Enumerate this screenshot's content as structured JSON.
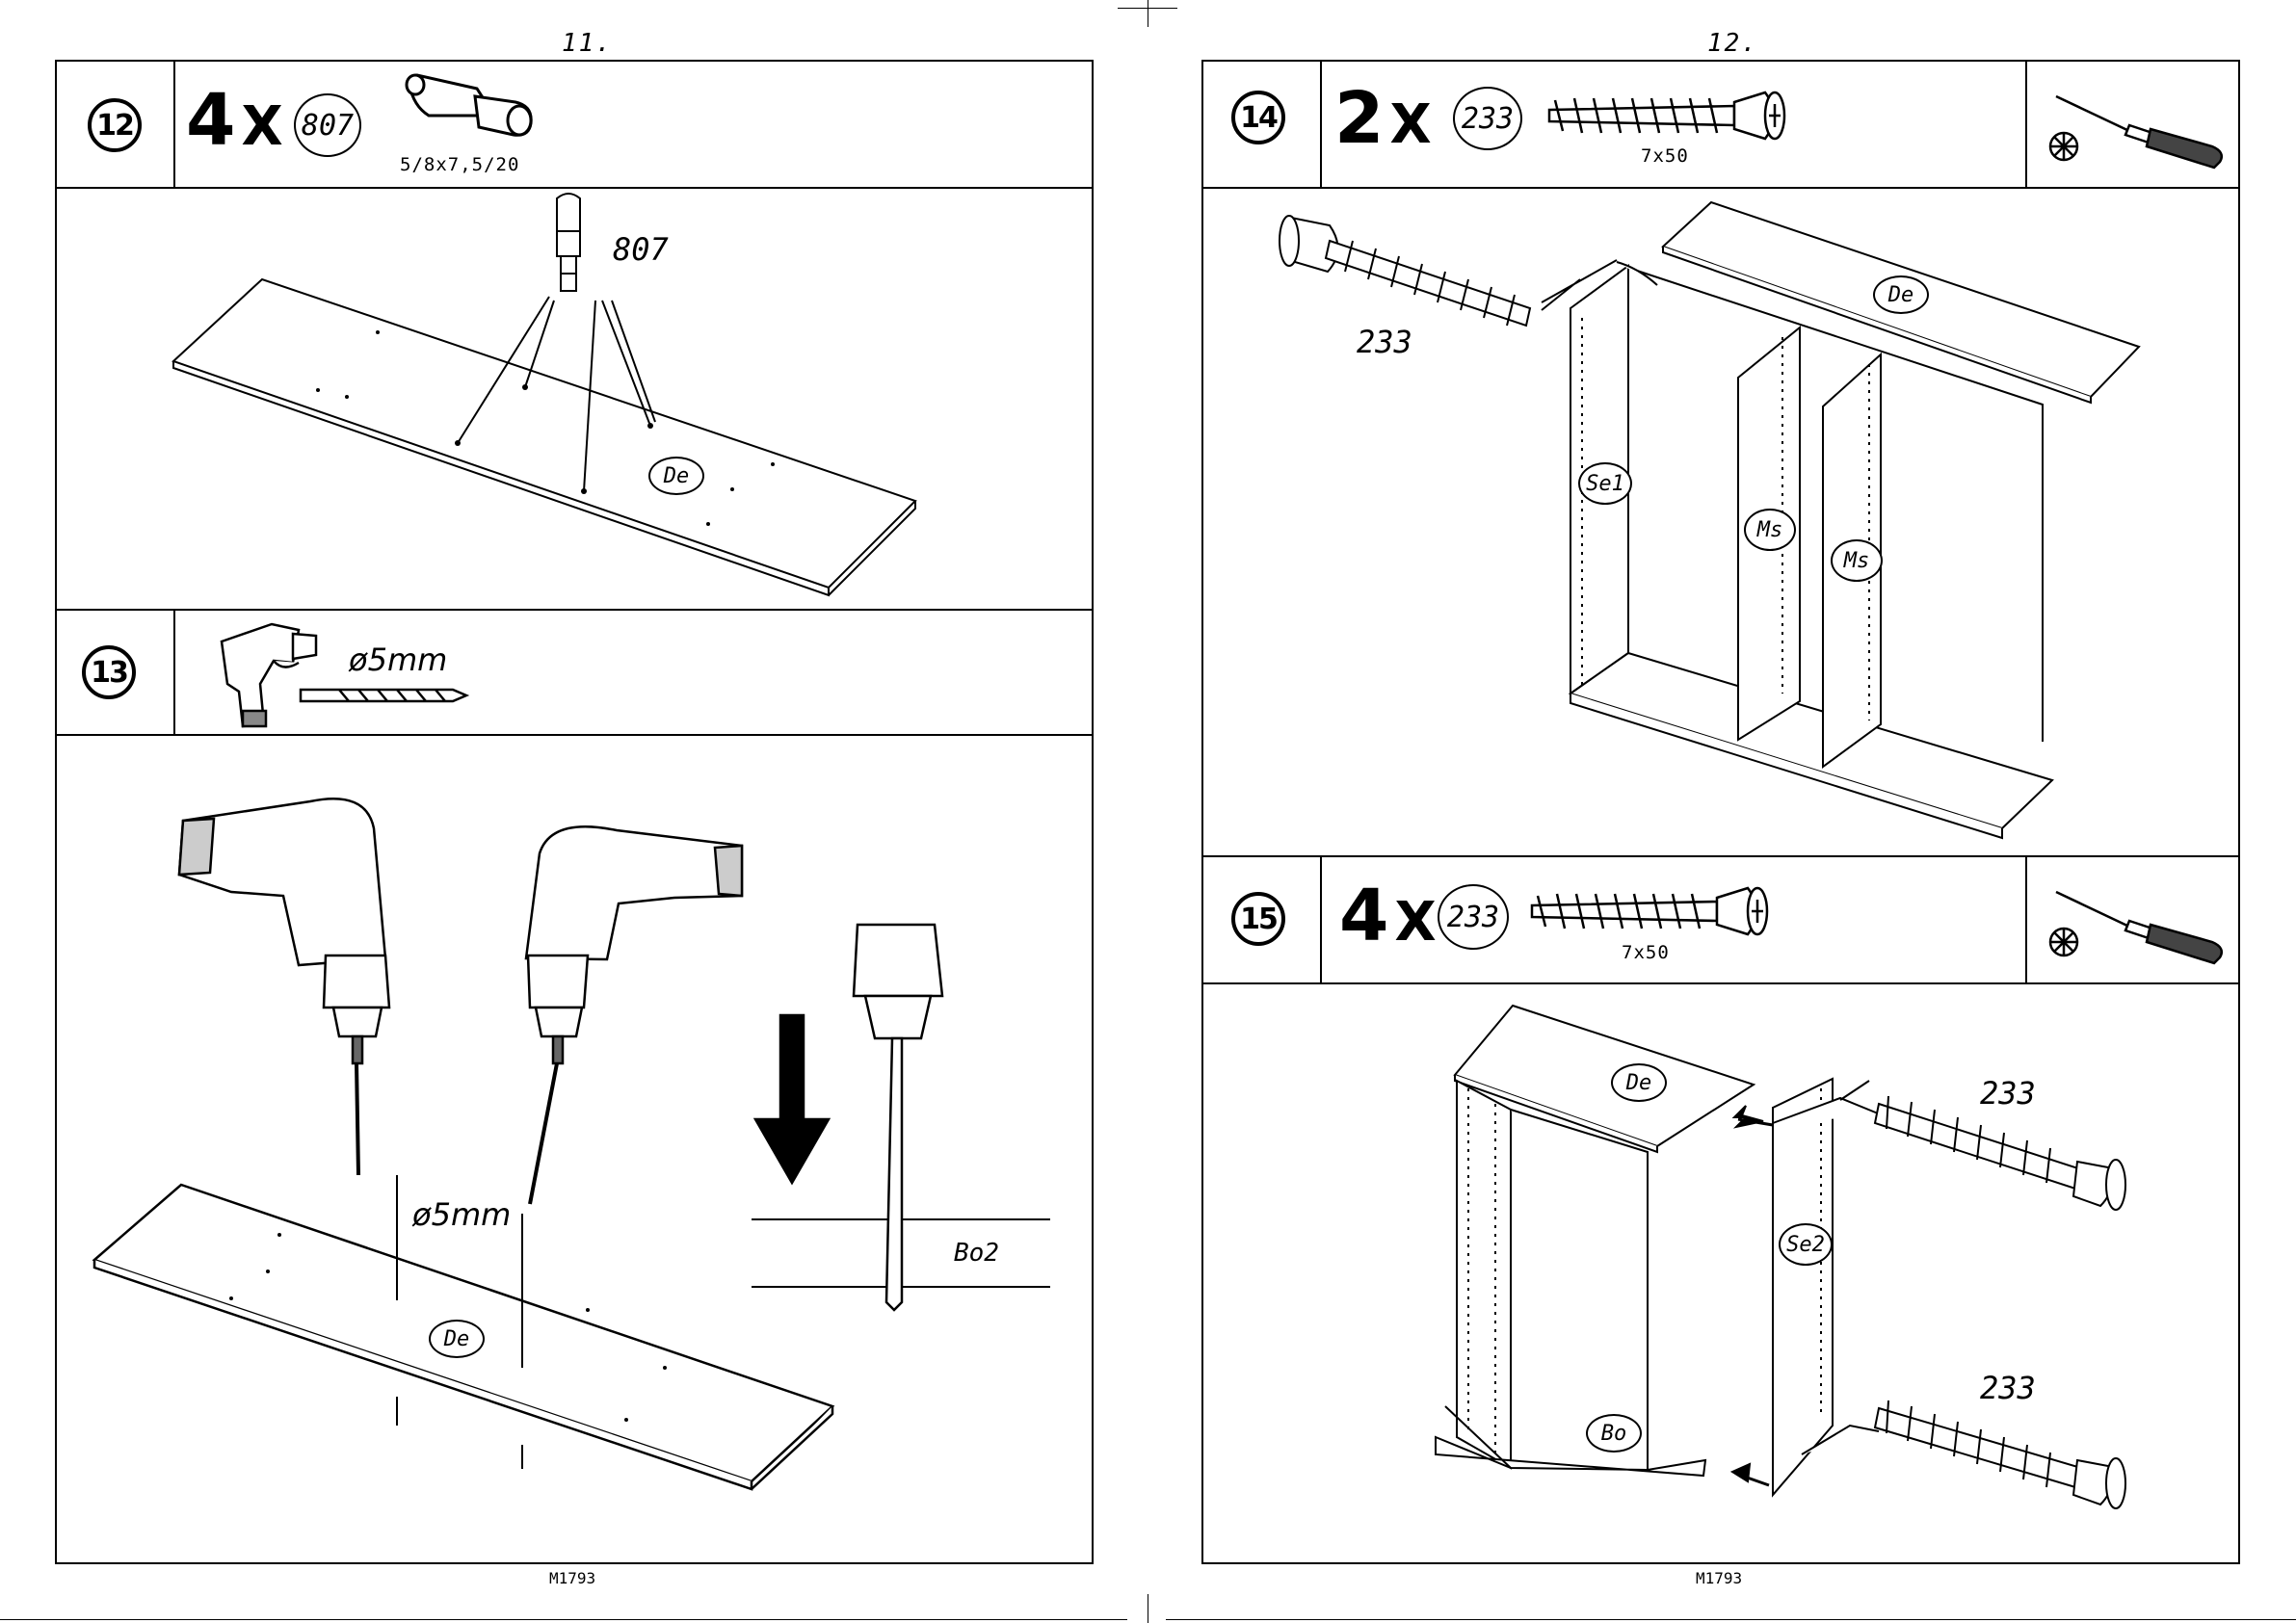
{
  "pages": {
    "left": {
      "page_number": "11.",
      "code": "M1793",
      "step12": {
        "number": "12",
        "quantity": "4",
        "multiplier": "X",
        "part_id": "807",
        "dimensions": "5/8x7,5/20",
        "callout": "807",
        "panel_tag": "De",
        "icon": "dowel-icon"
      },
      "step13": {
        "number": "13",
        "drill_size": "ø5mm",
        "icon": "drill-icon",
        "main_drill_size": "ø5mm",
        "panel_tag": "De",
        "detail_tag": "Bo2"
      }
    },
    "right": {
      "page_number": "12.",
      "code": "M1793",
      "step14": {
        "number": "14",
        "quantity": "2",
        "multiplier": "X",
        "part_id": "233",
        "dimensions": "7x50",
        "callout": "233",
        "tags": [
          "De",
          "Se1",
          "Ms",
          "Ms"
        ],
        "icon": "screwdriver-icon"
      },
      "step15": {
        "number": "15",
        "quantity": "4",
        "multiplier": "X",
        "part_id": "233",
        "dimensions": "7x50",
        "callout_top": "233",
        "callout_bottom": "233",
        "tags": [
          "De",
          "Se2",
          "Bo"
        ],
        "icon": "screwdriver-icon"
      }
    }
  }
}
